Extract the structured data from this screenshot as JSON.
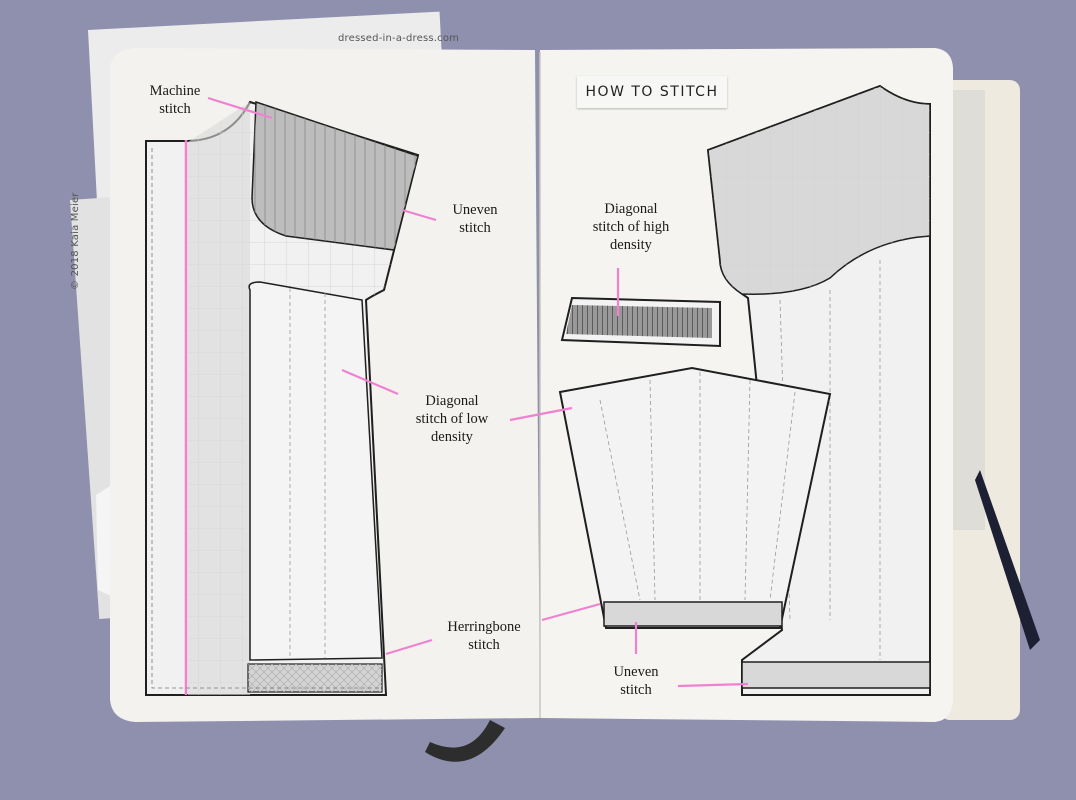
{
  "watermark_site": "dressed-in-a-dress.com",
  "copyright": "© 2018 Kaia Meier",
  "heading": "HOW TO STITCH",
  "labels": {
    "machine": "Machine\nstitch",
    "uneven_top": "Uneven\nstitch",
    "diagonal_high": "Diagonal\nstitch of high\ndensity",
    "diagonal_low": "Diagonal\nstitch of low\ndensity",
    "herringbone": "Herringbone\nstitch",
    "uneven_bottom": "Uneven\nstitch"
  },
  "colors": {
    "background": "#8f8fae",
    "page": "#f3f2ee",
    "pattern_fill": "#f1f1f1",
    "shaded_fill": "#d8d8d8",
    "outline": "#1f1f1f",
    "leader": "#f080d0"
  }
}
